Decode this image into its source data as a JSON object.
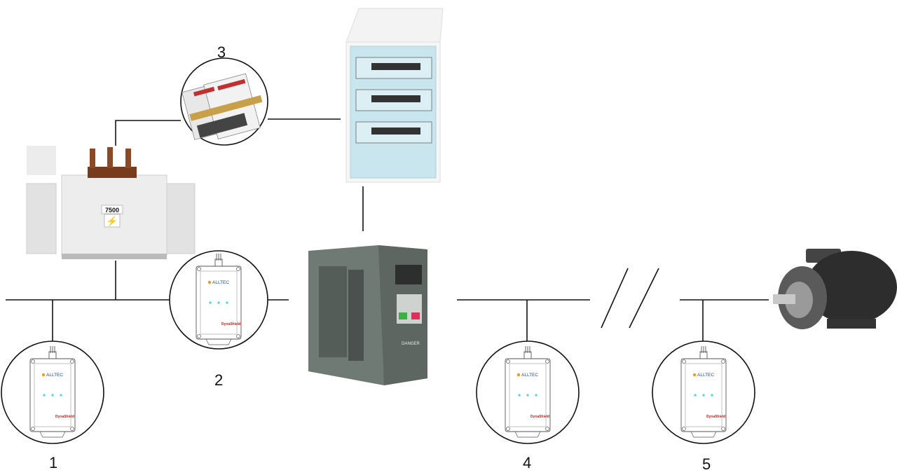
{
  "labels": {
    "one": "1",
    "two": "2",
    "three": "3",
    "four": "4",
    "five": "5"
  },
  "device": {
    "brand": "ALLTEC",
    "product": "DynaShield"
  },
  "transformer": {
    "rating": "7500"
  },
  "drive": {
    "warning": "DANGER"
  },
  "colors": {
    "led": "#3fd8f0",
    "brand_orange": "#f29a1f",
    "product_red": "#d01c1c",
    "drive_body": "#6f7a74",
    "panel_glass": "#c9e6ee"
  }
}
